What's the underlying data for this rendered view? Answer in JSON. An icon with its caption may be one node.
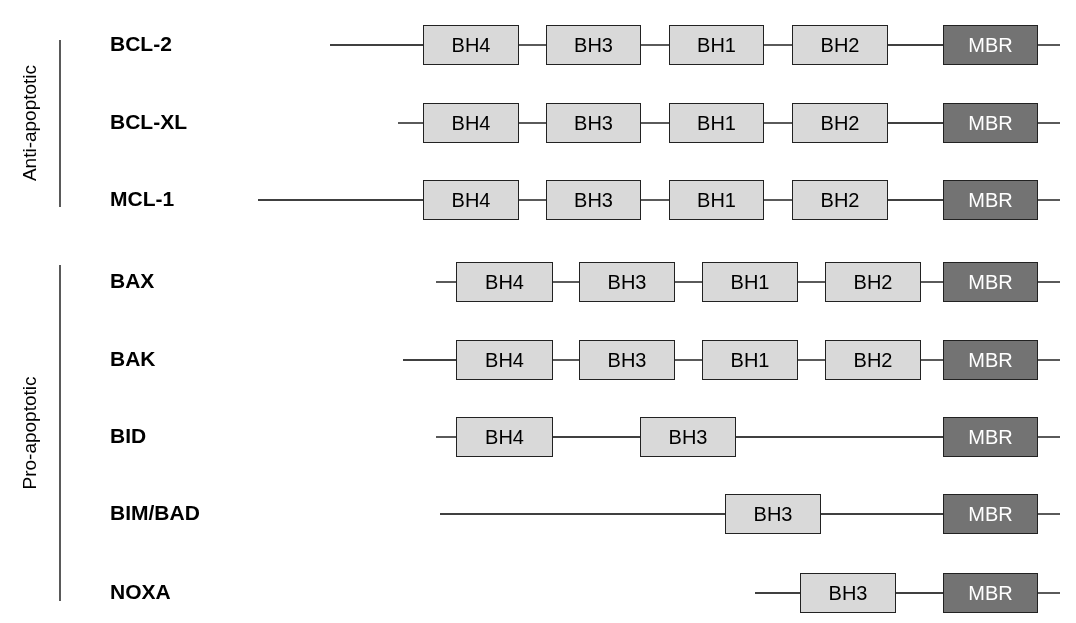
{
  "diagram": {
    "nodes": [
      {
        "text": [
          "BH4"
        ]
      },
      {
        "text": [
          "BH3"
        ]
      },
      {
        "text": [
          "BH1"
        ]
      },
      {
        "text": [
          "BH2"
        ]
      },
      {
        "text": [
          "MBR"
        ]
      },
      {
        "text": [
          "BH4"
        ]
      },
      {
        "text": [
          "BH3"
        ]
      },
      {
        "text": [
          "BH1"
        ]
      },
      {
        "text": [
          "BH2"
        ]
      },
      {
        "text": [
          "MBR"
        ]
      },
      {
        "text": [
          "BH4"
        ]
      },
      {
        "text": [
          "BH3"
        ]
      },
      {
        "text": [
          "BH1"
        ]
      },
      {
        "text": [
          "BH2"
        ]
      },
      {
        "text": [
          "MBR"
        ]
      },
      {
        "text": [
          "BH4"
        ]
      },
      {
        "text": [
          "BH3"
        ]
      },
      {
        "text": [
          "BH1"
        ]
      },
      {
        "text": [
          "BH2"
        ]
      },
      {
        "text": [
          "MBR"
        ]
      },
      {
        "text": [
          "BH4"
        ]
      },
      {
        "text": [
          "BH3"
        ]
      },
      {
        "text": [
          "BH1"
        ]
      },
      {
        "text": [
          "BH2"
        ]
      },
      {
        "text": [
          "MBR"
        ]
      },
      {
        "text": [
          "BH4"
        ]
      },
      {
        "text": [
          "BH3"
        ]
      },
      {
        "text": [
          "MBR"
        ]
      },
      {
        "text": [
          "BH3"
        ]
      },
      {
        "text": [
          "MBR"
        ]
      },
      {
        "text": [
          "BH3"
        ]
      },
      {
        "text": [
          "MBR"
        ]
      }
    ],
    "edges": [
      {
        "from": 0,
        "to": 1,
        "arrow": "none"
      },
      {
        "from": 1,
        "to": 2,
        "arrow": "none"
      },
      {
        "from": 2,
        "to": 3,
        "arrow": "none"
      },
      {
        "from": 3,
        "to": 4,
        "arrow": "none"
      },
      {
        "from": 5,
        "to": 6,
        "arrow": "none"
      },
      {
        "from": 6,
        "to": 7,
        "arrow": "none"
      },
      {
        "from": 7,
        "to": 8,
        "arrow": "none"
      },
      {
        "from": 8,
        "to": 9,
        "arrow": "none"
      },
      {
        "from": 10,
        "to": 11,
        "arrow": "none"
      },
      {
        "from": 11,
        "to": 12,
        "arrow": "none"
      },
      {
        "from": 12,
        "to": 13,
        "arrow": "none"
      },
      {
        "from": 13,
        "to": 14,
        "arrow": "none"
      },
      {
        "from": 15,
        "to": 16,
        "arrow": "none"
      },
      {
        "from": 16,
        "to": 17,
        "arrow": "none"
      },
      {
        "from": 17,
        "to": 18,
        "arrow": "none"
      },
      {
        "from": 18,
        "to": 19,
        "arrow": "none"
      },
      {
        "from": 20,
        "to": 21,
        "arrow": "none"
      },
      {
        "from": 21,
        "to": 22,
        "arrow": "none"
      },
      {
        "from": 22,
        "to": 23,
        "arrow": "none"
      },
      {
        "from": 23,
        "to": 24,
        "arrow": "none"
      },
      {
        "from": 25,
        "to": 26,
        "arrow": "none"
      },
      {
        "from": 26,
        "to": 27,
        "arrow": "none"
      },
      {
        "from": 28,
        "to": 29,
        "arrow": "none"
      },
      {
        "from": 30,
        "to": 31,
        "arrow": "none"
      }
    ],
    "labels": [
      "Anti-apoptotic",
      "BCL-2",
      "BCL-XL",
      "MCL-1",
      "Pro-apoptotic",
      "BAX",
      "BAK",
      "BID",
      "BIM/BAD",
      "NOXA"
    ]
  }
}
